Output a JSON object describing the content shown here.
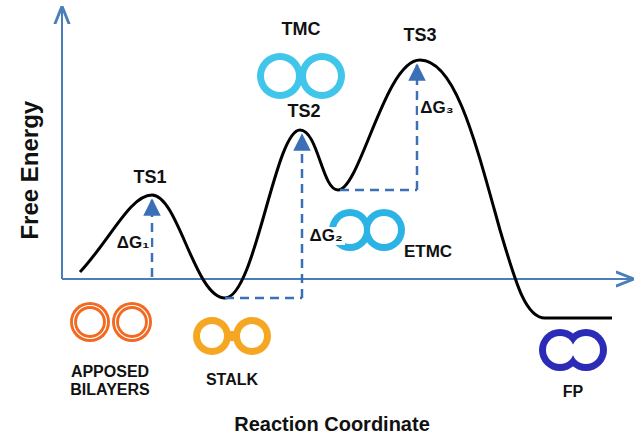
{
  "diagram": {
    "labels": [
      "Free Energy",
      "TMC",
      "TS3",
      "TS1",
      "TS2",
      "ΔG₃",
      "ΔG₁",
      "ΔG₂",
      "ETMC",
      "APPOSED BILAYERS",
      "STALK",
      "FP",
      "Reaction Coordinate"
    ]
  }
}
